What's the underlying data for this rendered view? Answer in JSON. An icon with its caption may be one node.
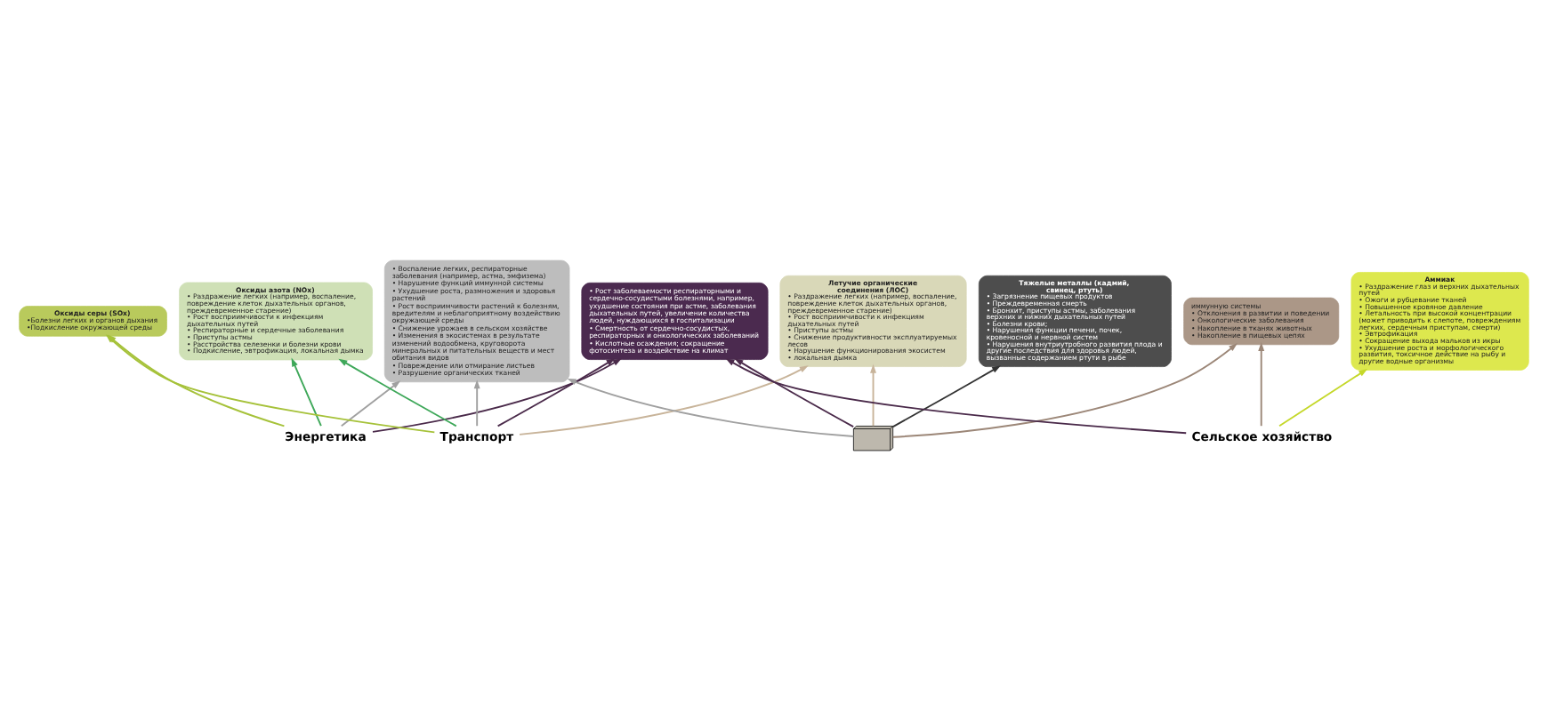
{
  "diagram": {
    "nodes": [
      {
        "text": [
          "• Воспаление легких, респираторные заболевания (например, астма, эмфизема)",
          "• Нарушение функций иммунной системы",
          "• Ухудшение роста, размножения и здоровья растений",
          "• Рост восприимчивости растений к болезням, вредителям и неблагоприятному воздействию окружающей среды",
          "• Снижение урожаев в сельском хозяйстве",
          "• Изменения в экосистемах в результате изменений водообмена, круговорота минеральных и питательных веществ и мест обитания видов",
          "• Повреждение или отмирание листьев",
          "• Разрушение органических тканей"
        ]
      },
      {
        "text": [
          "• Рост заболеваемости респираторными и сердечно-сосудистыми болезнями, например, ухудшение состояния при астме, заболевания дыхательных путей, увеличение количества людей, нуждающихся в госпитализации",
          "• Смертность от сердечно-сосудистых, респираторных и онкологических заболеваний",
          "• Кислотные осаждения; сокращение фотосинтеза и воздействие на климат"
        ]
      },
      {
        "text": [
          "иммунную системы",
          "• Отклонения в развитии и поведении",
          "• Онкологические заболевания",
          "• Накопление в тканях животных",
          "• Накопление в пищевых цепях"
        ]
      },
      {
        "text": [
          "Летучие органические соединения (ЛОС)",
          "• Раздражение легких (например, воспаление, повреждение клеток дыхательных органов, преждевременное старение)",
          "• Рост восприимчивости к инфекциям дыхательных путей",
          "• Приступы астмы",
          "• Снижение продуктивности эксплуатируемых лесов",
          "• Нарушение функционирования экосистем",
          "• локальная дымка"
        ]
      },
      {
        "text": [
          "Аммиак",
          "• Раздражение глаз и верхних дыхательных путей",
          "• Ожоги и рубцевание тканей",
          "• Повышенное кровяное давление",
          "• Летальность при высокой концентрации (может приводить к слепоте, повреждениям легких, сердечным приступам, смерти)",
          "• Эвтрофикация",
          "• Сокращение выхода мальков из икры",
          "• Ухудшение роста и морфологического развития, токсичное действие на рыбу и другие водные организмы"
        ]
      },
      {
        "text": [
          "Оксиды серы (SOx)",
          "•Болезни легких и органов дыхания",
          "•Подкисление окружающей среды"
        ]
      },
      {
        "text": [
          "Тяжелые металлы (кадмий, свинец, ртуть)",
          "• Загрязнение пищевых продуктов",
          "• Преждевременная смерть",
          "• Бронхит, приступы астмы, заболевания верхних и нижних дыхательных путей",
          "• Болезни крови;",
          "• Нарушения функции печени, почек, кровеносной и нервной систем",
          "• Нарушения внутриутробного развития плода и другие последствия для здоровья людей, вызванные содержанием ртути в рыбе"
        ]
      },
      {
        "text": [
          "Оксиды азота (NOx)",
          "• Раздражение легких (например, воспаление, повреждение клеток дыхательных органов, преждевременное старение)",
          "• Рост восприимчивости к инфекциям дыхательных путей",
          "• Респираторные и сердечные заболевания",
          "• Приступы астмы",
          "• Расстройства селезенки и болезни крови",
          "• Подкисление, эвтрофикация, локальная дымка"
        ]
      },
      {
        "text": [
          "Энергетика"
        ]
      },
      {
        "text": [
          "Транспорт"
        ]
      },
      {
        "text": [],
        "shape": "picture"
      },
      {
        "text": [
          "Сельское хозяйство"
        ]
      }
    ],
    "edges": [
      {
        "from": 8,
        "to": 5,
        "arrow": "to",
        "color": "#a6c23a"
      },
      {
        "from": 9,
        "to": 5,
        "arrow": "to",
        "color": "#a6c23a"
      },
      {
        "from": 8,
        "to": 7,
        "arrow": "to",
        "color": "#3fa85a"
      },
      {
        "from": 9,
        "to": 7,
        "arrow": "to",
        "color": "#3fa85a"
      },
      {
        "from": 8,
        "to": 0,
        "arrow": "to",
        "color": "#a0a0a0"
      },
      {
        "from": 8,
        "to": 1,
        "arrow": "to",
        "color": "#4a2a4a"
      },
      {
        "from": 9,
        "to": 0,
        "arrow": "to",
        "color": "#a0a0a0"
      },
      {
        "from": 9,
        "to": 1,
        "arrow": "to",
        "color": "#4a2a4a"
      },
      {
        "from": 9,
        "to": 3,
        "arrow": "to",
        "color": "#c8b49a"
      },
      {
        "from": 10,
        "to": 0,
        "arrow": "to",
        "color": "#a0a0a0"
      },
      {
        "from": 10,
        "to": 3,
        "arrow": "to",
        "color": "#c8b49a"
      },
      {
        "from": 10,
        "to": 6,
        "arrow": "to",
        "color": "#333333"
      },
      {
        "from": 10,
        "to": 1,
        "arrow": "to",
        "color": "#4a2a4a"
      },
      {
        "from": 10,
        "to": 2,
        "arrow": "to",
        "color": "#9c8778"
      },
      {
        "from": 11,
        "to": 4,
        "arrow": "to",
        "color": "#c5d82a"
      },
      {
        "from": 11,
        "to": 1,
        "arrow": "to",
        "color": "#4a2a4a"
      },
      {
        "from": 11,
        "to": 2,
        "arrow": "to",
        "color": "#9c8778"
      }
    ]
  }
}
